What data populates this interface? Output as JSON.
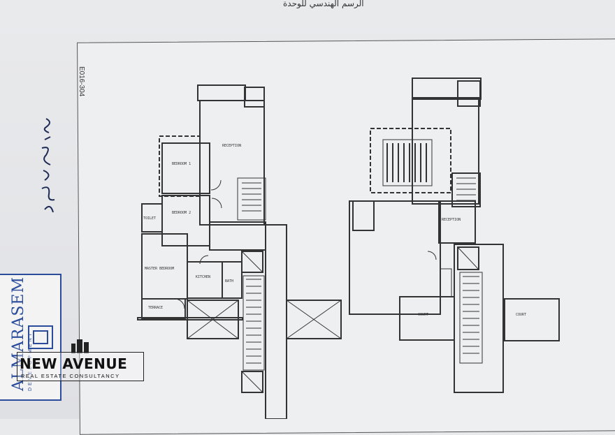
{
  "header": {
    "title_ar": "الرسم الهندسي للوحدة"
  },
  "drawing": {
    "code": "E016-304"
  },
  "floor_plan_left": {
    "rooms": [
      {
        "label": "RECEPTION"
      },
      {
        "label": "BEDROOM 1"
      },
      {
        "label": "BEDROOM 2"
      },
      {
        "label": "MASTER BEDROOM"
      },
      {
        "label": "KITCHEN"
      },
      {
        "label": "BATH"
      },
      {
        "label": "TOILET"
      },
      {
        "label": "TERRACE"
      }
    ]
  },
  "floor_plan_right": {
    "rooms": [
      {
        "label": "RECEPTION"
      },
      {
        "label": "COURT"
      },
      {
        "label": "COURT"
      }
    ]
  },
  "signature": {
    "text": "الرسم الرئيسي"
  },
  "logo": {
    "brand": "ALMARASEM",
    "sub": "DEVELOPMENT",
    "color": "#2a4c9a"
  },
  "watermark": {
    "name": "NEW AVENUE",
    "tagline": "REAL ESTATE CONSULTANCY"
  }
}
